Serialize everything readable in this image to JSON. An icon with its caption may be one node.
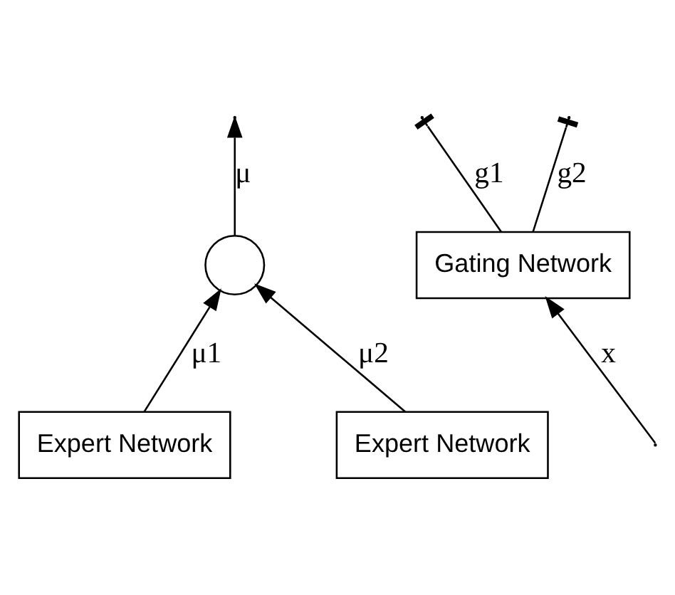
{
  "diagram": {
    "nodes": [
      {
        "text": [],
        "shape": "circle"
      },
      {
        "text": [
          "Gating Network"
        ]
      },
      {
        "text": [
          "Expert Network"
        ]
      },
      {
        "text": [
          "Expert Network"
        ]
      }
    ],
    "edges": [
      {
        "from": 0,
        "to": null,
        "arrow": "to",
        "label": "μ"
      },
      {
        "from": 2,
        "to": 0,
        "arrow": "to",
        "label": "μ1"
      },
      {
        "from": 3,
        "to": 0,
        "arrow": "to",
        "label": "μ2"
      },
      {
        "from": null,
        "to": 1,
        "arrow": "to",
        "label": "x"
      },
      {
        "from": 1,
        "to": null,
        "arrow": "other",
        "label": "g1"
      },
      {
        "from": 1,
        "to": null,
        "arrow": "other",
        "label": "g2"
      }
    ]
  }
}
